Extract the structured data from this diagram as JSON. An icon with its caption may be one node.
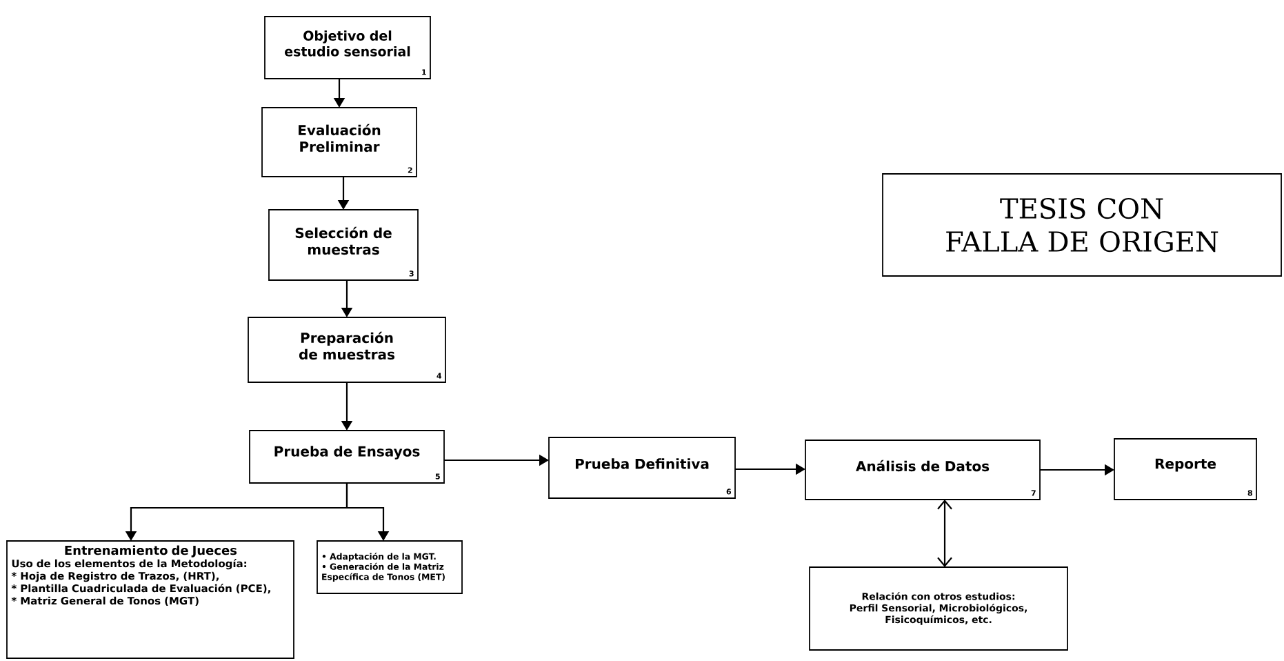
{
  "diagram": {
    "nodes": [
      {
        "text": [
          "Objetivo del estudio sensorial",
          "1"
        ]
      },
      {
        "text": [
          "Evaluación Preliminar",
          "2"
        ]
      },
      {
        "text": [
          "Selección de muestras",
          "3"
        ]
      },
      {
        "text": [
          "Preparación de muestras",
          "4"
        ]
      },
      {
        "text": [
          "Prueba de Ensayos",
          "5"
        ]
      },
      {
        "text": [
          "Prueba Definitiva",
          "6"
        ]
      },
      {
        "text": [
          "Análisis de Datos",
          "7"
        ]
      },
      {
        "text": [
          "Reporte",
          "8"
        ]
      },
      {
        "text": [
          "Entrenamiento de Jueces",
          "Uso de los elementos de la Metodología:",
          "* Hoja de Registro de Trazos, (HRT),",
          "* Plantilla Cuadriculada de Evaluación (PCE),",
          "* Matriz General de Tonos (MGT)"
        ]
      },
      {
        "text": [
          "• Adaptación de la MGT.",
          "• Generación de la Matriz Específica de Tonos (MET)"
        ]
      },
      {
        "text": [
          "Relación con otros estudios: Perfil Sensorial, Microbiológicos, Fisicoquímicos, etc."
        ]
      },
      {
        "text": [
          "TESIS CON FALLA DE ORIGEN"
        ]
      }
    ],
    "edges": [
      {
        "from": 0,
        "to": 1,
        "arrow": "to"
      },
      {
        "from": 1,
        "to": 2,
        "arrow": "to"
      },
      {
        "from": 2,
        "to": 3,
        "arrow": "to"
      },
      {
        "from": 3,
        "to": 4,
        "arrow": "to"
      },
      {
        "from": 4,
        "to": 5,
        "arrow": "to"
      },
      {
        "from": 5,
        "to": 6,
        "arrow": "to"
      },
      {
        "from": 6,
        "to": 7,
        "arrow": "to"
      },
      {
        "from": 4,
        "to": 8,
        "arrow": "to"
      },
      {
        "from": 4,
        "to": 9,
        "arrow": "to"
      },
      {
        "from": 6,
        "to": 10,
        "arrow": "both"
      }
    ]
  }
}
